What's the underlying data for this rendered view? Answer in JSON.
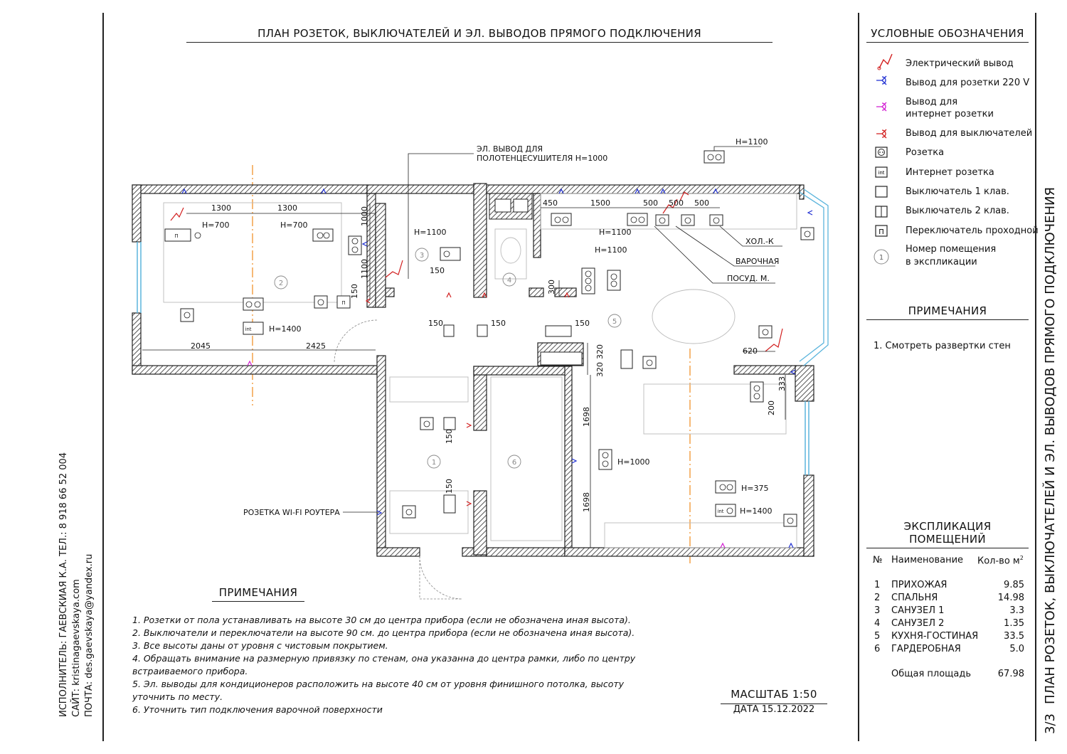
{
  "plan_title": "ПЛАН РОЗЕТОК, ВЫКЛЮЧАТЕЛЕЙ И ЭЛ. ВЫВОДОВ ПРЯМОГО ПОДКЛЮЧЕНИЯ",
  "side_title": "ПЛАН РОЗЕТОК, ВЫКЛЮЧАТЕЛЕЙ И ЭЛ. ВЫВОДОВ ПРЯМОГО ПОДКЛЮЧЕНИЯ",
  "sheet_number": "3/3",
  "author": {
    "line1": "ИСПОЛНИТЕЛЬ: ГАЕВСКИАЯ К.А.  ТЕЛ.: 8 918 66 52 004",
    "line2": "САЙТ: kristinagaevskaya.com",
    "line3": "ПОЧТА: des.gaevskaya@yandex.ru"
  },
  "legend": {
    "title": "УСЛОВНЫЕ ОБОЗНАЧЕНИЯ",
    "items": [
      {
        "label": "Электрический вывод",
        "icon": "electric-outlet-wire-icon",
        "color": "#d21f1f"
      },
      {
        "label": "Вывод для розетки 220 V",
        "icon": "socket-outlet-point-icon",
        "color": "#1f2fd2"
      },
      {
        "label": "Вывод для",
        "label2": "интернет розетки",
        "icon": "internet-outlet-point-icon",
        "color": "#d21fd2"
      },
      {
        "label": "Вывод для выключателей",
        "icon": "switch-outlet-point-icon",
        "color": "#d21f1f"
      },
      {
        "label": "Розетка",
        "icon": "socket-icon"
      },
      {
        "label": "Интернет розетка",
        "icon": "internet-socket-icon",
        "code": "int"
      },
      {
        "label": "Выключатель 1 клав.",
        "icon": "switch-1key-icon"
      },
      {
        "label": "Выключатель 2 клав.",
        "icon": "switch-2key-icon"
      },
      {
        "label": "Переключатель проходной",
        "icon": "pass-switch-icon",
        "code": "П"
      },
      {
        "label": "Номер помещения",
        "label2": "в экспликации",
        "icon": "room-number-icon",
        "code": "1"
      }
    ]
  },
  "side_notes": {
    "title": "ПРИМЕЧАНИЯ",
    "items": [
      "1. Смотреть развертки стен"
    ]
  },
  "explication": {
    "title": "ЭКСПЛИКАЦИЯ ПОМЕЩЕНИЙ",
    "col_num": "№",
    "col_name": "Наименование",
    "col_area": "Кол-во м",
    "col_area_sup": "2",
    "rows": [
      {
        "num": "1",
        "name": "ПРИХОЖАЯ",
        "area": "9.85"
      },
      {
        "num": "2",
        "name": "СПАЛЬНЯ",
        "area": "14.98"
      },
      {
        "num": "3",
        "name": "САНУЗЕЛ 1",
        "area": "3.3"
      },
      {
        "num": "4",
        "name": "САНУЗЕЛ 2",
        "area": "1.35"
      },
      {
        "num": "5",
        "name": "КУХНЯ-ГОСТИНАЯ",
        "area": "33.5"
      },
      {
        "num": "6",
        "name": "ГАРДЕРОБНАЯ",
        "area": "5.0"
      }
    ],
    "total_label": "Общая площадь",
    "total_value": "67.98"
  },
  "notes": {
    "title": "ПРИМЕЧАНИЯ",
    "lines": [
      "1. Розетки от пола устанавливать на высоте 30 см до центра прибора (если не обозначена иная высота).",
      "2. Выключатели и переключатели на высоте 90 см. до центра прибора (если не обозначена иная высота).",
      "3. Все высоты даны от уровня с чистовым покрытием.",
      "4. Обращать внимание на размерную привязку по стенам, она указанна до центра рамки, либо по центру",
      "встраиваемого прибора.",
      "5. Эл. выводы для кондиционеров расположить на высоте 40 см от уровня финишного потолка, высоту",
      "уточнить по месту.",
      "6. Уточнить тип подключения варочной поверхности"
    ]
  },
  "scale": "МАСШТАБ 1:50",
  "date": "ДАТА 15.12.2022",
  "plan": {
    "callouts": {
      "towel_1": "ЭЛ. ВЫВОД ДЛЯ",
      "towel_2": "ПОЛОТЕНЦЕСУШИТЕЛЯ Н=1000",
      "h1100_top": "Н=1100",
      "fridge": "ХОЛ.-К",
      "hob": "ВАРОЧНАЯ",
      "dishwasher": "ПОСУД. М.",
      "router": "РОЗЕТКА WI-FI РОУТЕРА"
    },
    "heights": {
      "bed_left": "Н=700",
      "bed_right": "Н=700",
      "bath1": "Н=1100",
      "kitchen_1": "Н=1100",
      "kitchen_2": "Н=1100",
      "tv_int": "Н=1400",
      "hall_1000": "Н=1000",
      "living_375": "Н=375",
      "living_1400": "Н=1400"
    },
    "dims": {
      "d1300a": "1300",
      "d1300b": "1300",
      "d1000": "1000",
      "d1100": "1100",
      "d150a": "150",
      "d150b": "150",
      "d150c": "150",
      "d150d": "150",
      "d150e": "150",
      "d150f": "150",
      "d150g": "150",
      "d2045": "2045",
      "d2425": "2425",
      "d450": "450",
      "d1500": "1500",
      "d500a": "500",
      "d500b": "500",
      "d500c": "500",
      "d300": "300",
      "d320a": "320",
      "d320b": "320",
      "d620": "620",
      "d333": "333",
      "d200": "200",
      "d1698a": "1698",
      "d1698b": "1698"
    },
    "rooms": [
      "1",
      "2",
      "3",
      "4",
      "5",
      "6"
    ],
    "colors": {
      "wall_hatch": "#555555",
      "wire_red": "#d21f1f",
      "point_blue": "#1f2fd2",
      "point_magenta": "#d21fd2",
      "axis_orange": "#f08a1c",
      "window_blue": "#5ab4dc"
    }
  }
}
